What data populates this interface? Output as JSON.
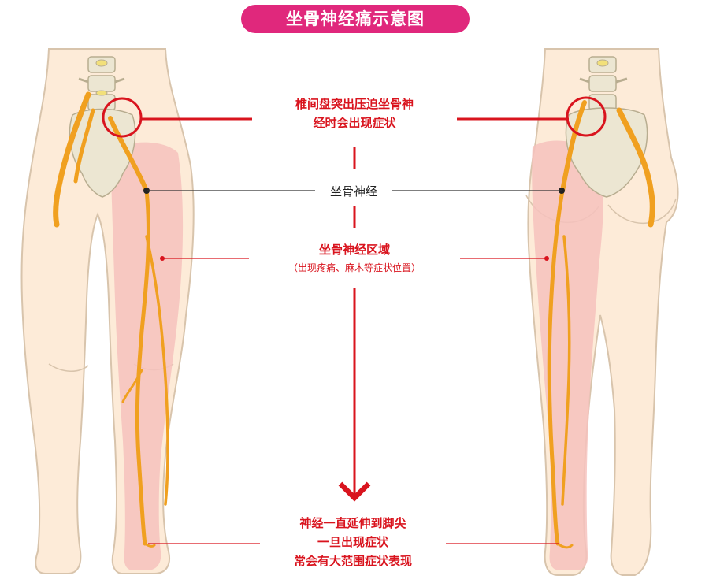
{
  "title": "坐骨神经痛示意图",
  "labels": {
    "compression_line1": "椎间盘突出压迫坐骨神",
    "compression_line2": "经时会出现症状",
    "nerve": "坐骨神经",
    "region_title": "坐骨神经区域",
    "region_sub": "（出现疼痛、麻木等症状位置）",
    "bottom_line1": "神经一直延伸到脚尖",
    "bottom_line2": "一旦出现症状",
    "bottom_line3": "常会有大范围症状表现"
  },
  "colors": {
    "pill": "#e0287c",
    "accent_red": "#d9141e",
    "skin": "#fdebd8",
    "skin_outline": "#d8c4ac",
    "bone": "#ece6d2",
    "nerve": "#f0a020",
    "pain_zone": "#f6c2bd"
  }
}
